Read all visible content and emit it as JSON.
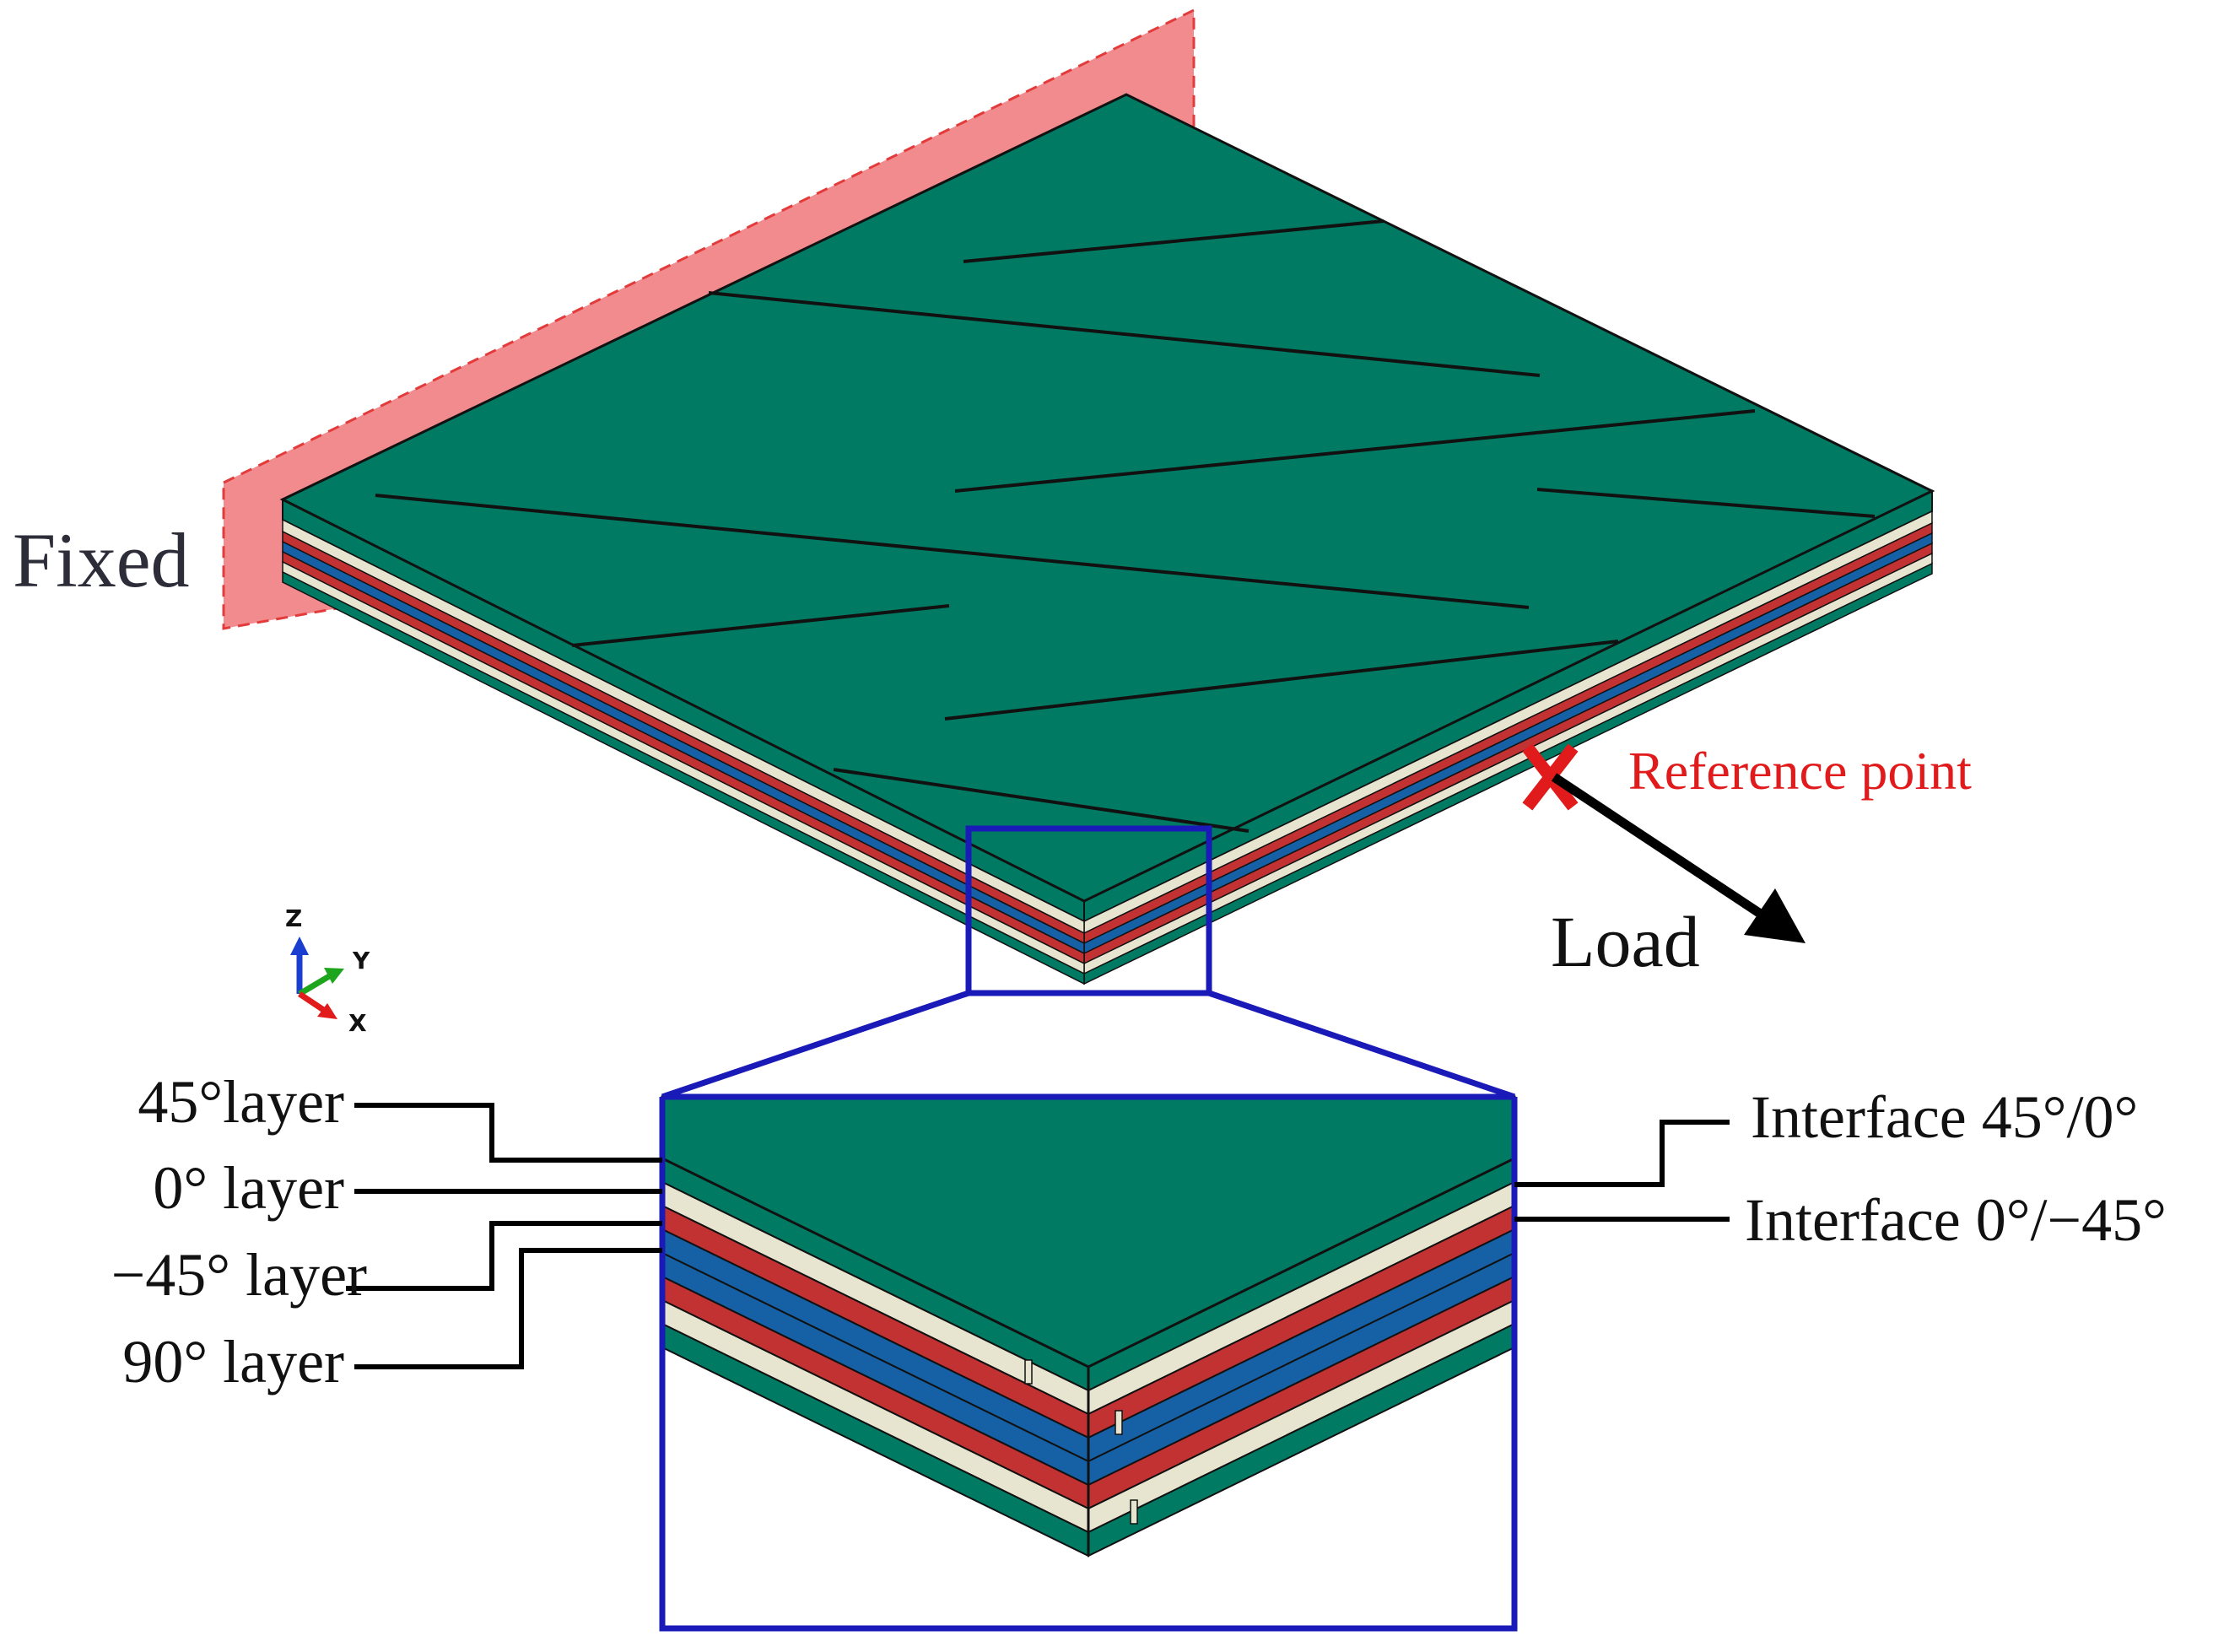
{
  "labels": {
    "fixed": "Fixed",
    "reference_point": "Reference point",
    "load": "Load",
    "layer_45": "45°layer",
    "layer_0": "0° layer",
    "layer_m45": "−45° layer",
    "layer_90": "90° layer",
    "interface_45_0": "Interface 45°/0°",
    "interface_0_m45": "Interface 0°/−45°"
  },
  "triad": {
    "z": "Z",
    "y": "Y",
    "x": "X"
  },
  "colors": {
    "ply_45": "#007a62",
    "ply_0": "#e7e4cf",
    "ply_m45": "#c23233",
    "ply_90": "#1660a6",
    "fixed_plane": "#f28b8e",
    "fixed_edge": "#e33b3b",
    "reference_marker": "#e11b1b",
    "reference_text": "#e11b1b",
    "zoom_frame": "#1a1ab8",
    "text": "#111111"
  }
}
